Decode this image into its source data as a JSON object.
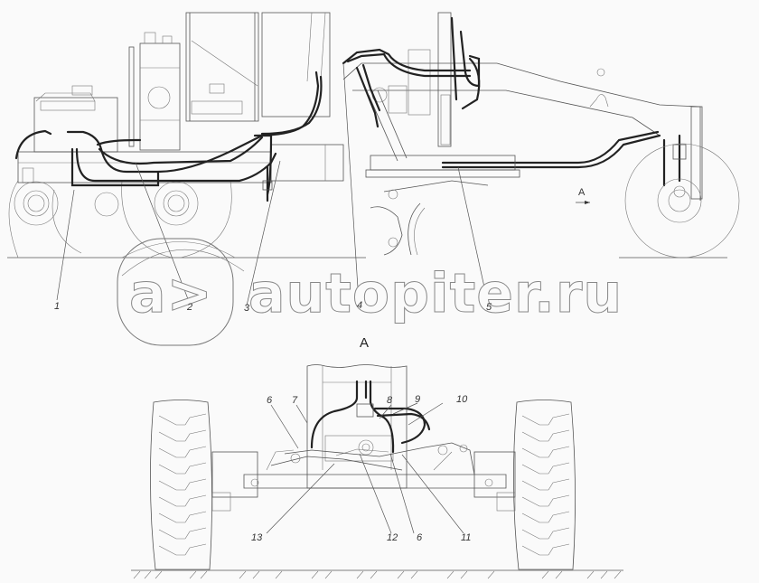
{
  "diagram": {
    "type": "technical-drawing",
    "subject": "motor grader hydraulic hose routing",
    "colors": {
      "background": "#fafafa",
      "line": "#555555",
      "hose": "#222222"
    }
  },
  "side_view": {
    "callouts": [
      {
        "id": "1",
        "label": "1"
      },
      {
        "id": "2",
        "label": "2"
      },
      {
        "id": "3",
        "label": "3"
      },
      {
        "id": "4",
        "label": "4"
      },
      {
        "id": "5",
        "label": "5"
      }
    ],
    "view_arrow": {
      "label": "A"
    }
  },
  "section_view": {
    "title": "A",
    "callouts_top": [
      {
        "id": "6a",
        "label": "6"
      },
      {
        "id": "7",
        "label": "7"
      },
      {
        "id": "8",
        "label": "8"
      },
      {
        "id": "9",
        "label": "9"
      },
      {
        "id": "10",
        "label": "10"
      }
    ],
    "callouts_bottom": [
      {
        "id": "13",
        "label": "13"
      },
      {
        "id": "12",
        "label": "12"
      },
      {
        "id": "6b",
        "label": "6"
      },
      {
        "id": "11",
        "label": "11"
      }
    ]
  },
  "watermark": {
    "text": "autopiter.ru",
    "logo_glyph": "a>"
  }
}
